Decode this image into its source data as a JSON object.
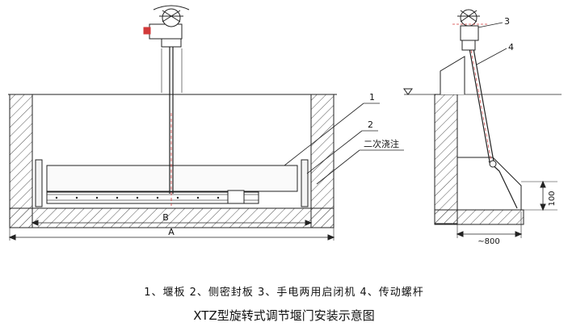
{
  "diagram": {
    "callouts": {
      "front_1": "1",
      "front_2": "2",
      "front_secondary": "二次浇注",
      "side_3": "3",
      "side_4": "4"
    },
    "dimensions": {
      "b": "B",
      "a": "A",
      "height": "100",
      "width": "~800"
    }
  },
  "legend": {
    "parts": "1、堰板  2、侧密封板  3、手电两用启闭机  4、传动螺杆"
  },
  "title": "XTZ型旋转式调节堰门安装示意图",
  "colors": {
    "line": "#222222",
    "hatch": "#555555",
    "accent_red": "#d23a3a"
  }
}
